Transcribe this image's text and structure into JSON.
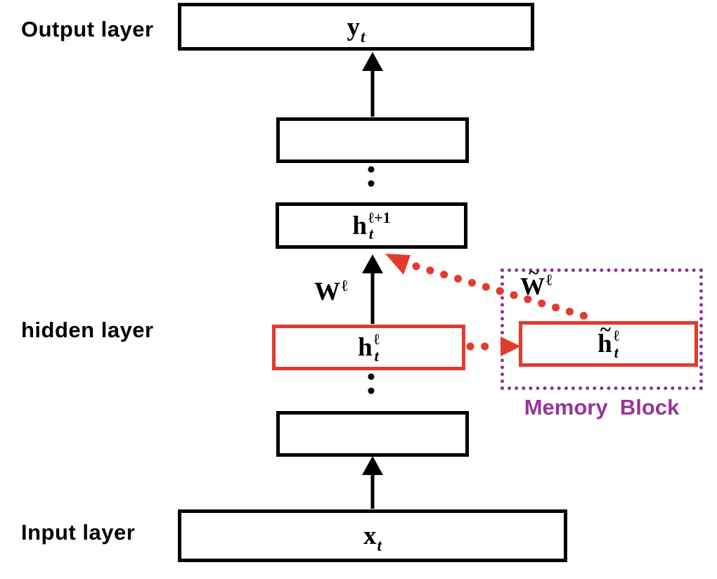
{
  "labels": {
    "output_layer": "Output layer",
    "hidden_layer": "hidden layer",
    "input_layer": "Input layer",
    "memory_block": "Memory  Block"
  },
  "nodes": {
    "output": {
      "base": "y",
      "sub": "t"
    },
    "hidden_plus1": {
      "base": "h",
      "sub": "t",
      "sup": "ℓ+1"
    },
    "hidden": {
      "base": "h",
      "sub": "t",
      "sup": "ℓ"
    },
    "memory_hidden": {
      "accent": "~",
      "base": "h",
      "sub": "t",
      "sup": "ℓ"
    },
    "input": {
      "base": "x",
      "sub": "t"
    }
  },
  "edges": {
    "weight": {
      "base": "W",
      "sup": "ℓ"
    },
    "memory_weight": {
      "accent": "~",
      "base": "W",
      "sup": "ℓ"
    }
  },
  "colors": {
    "red": "#e23b2e",
    "purple_border": "#8e2f9e",
    "purple_text": "#993399",
    "black": "#000000"
  }
}
